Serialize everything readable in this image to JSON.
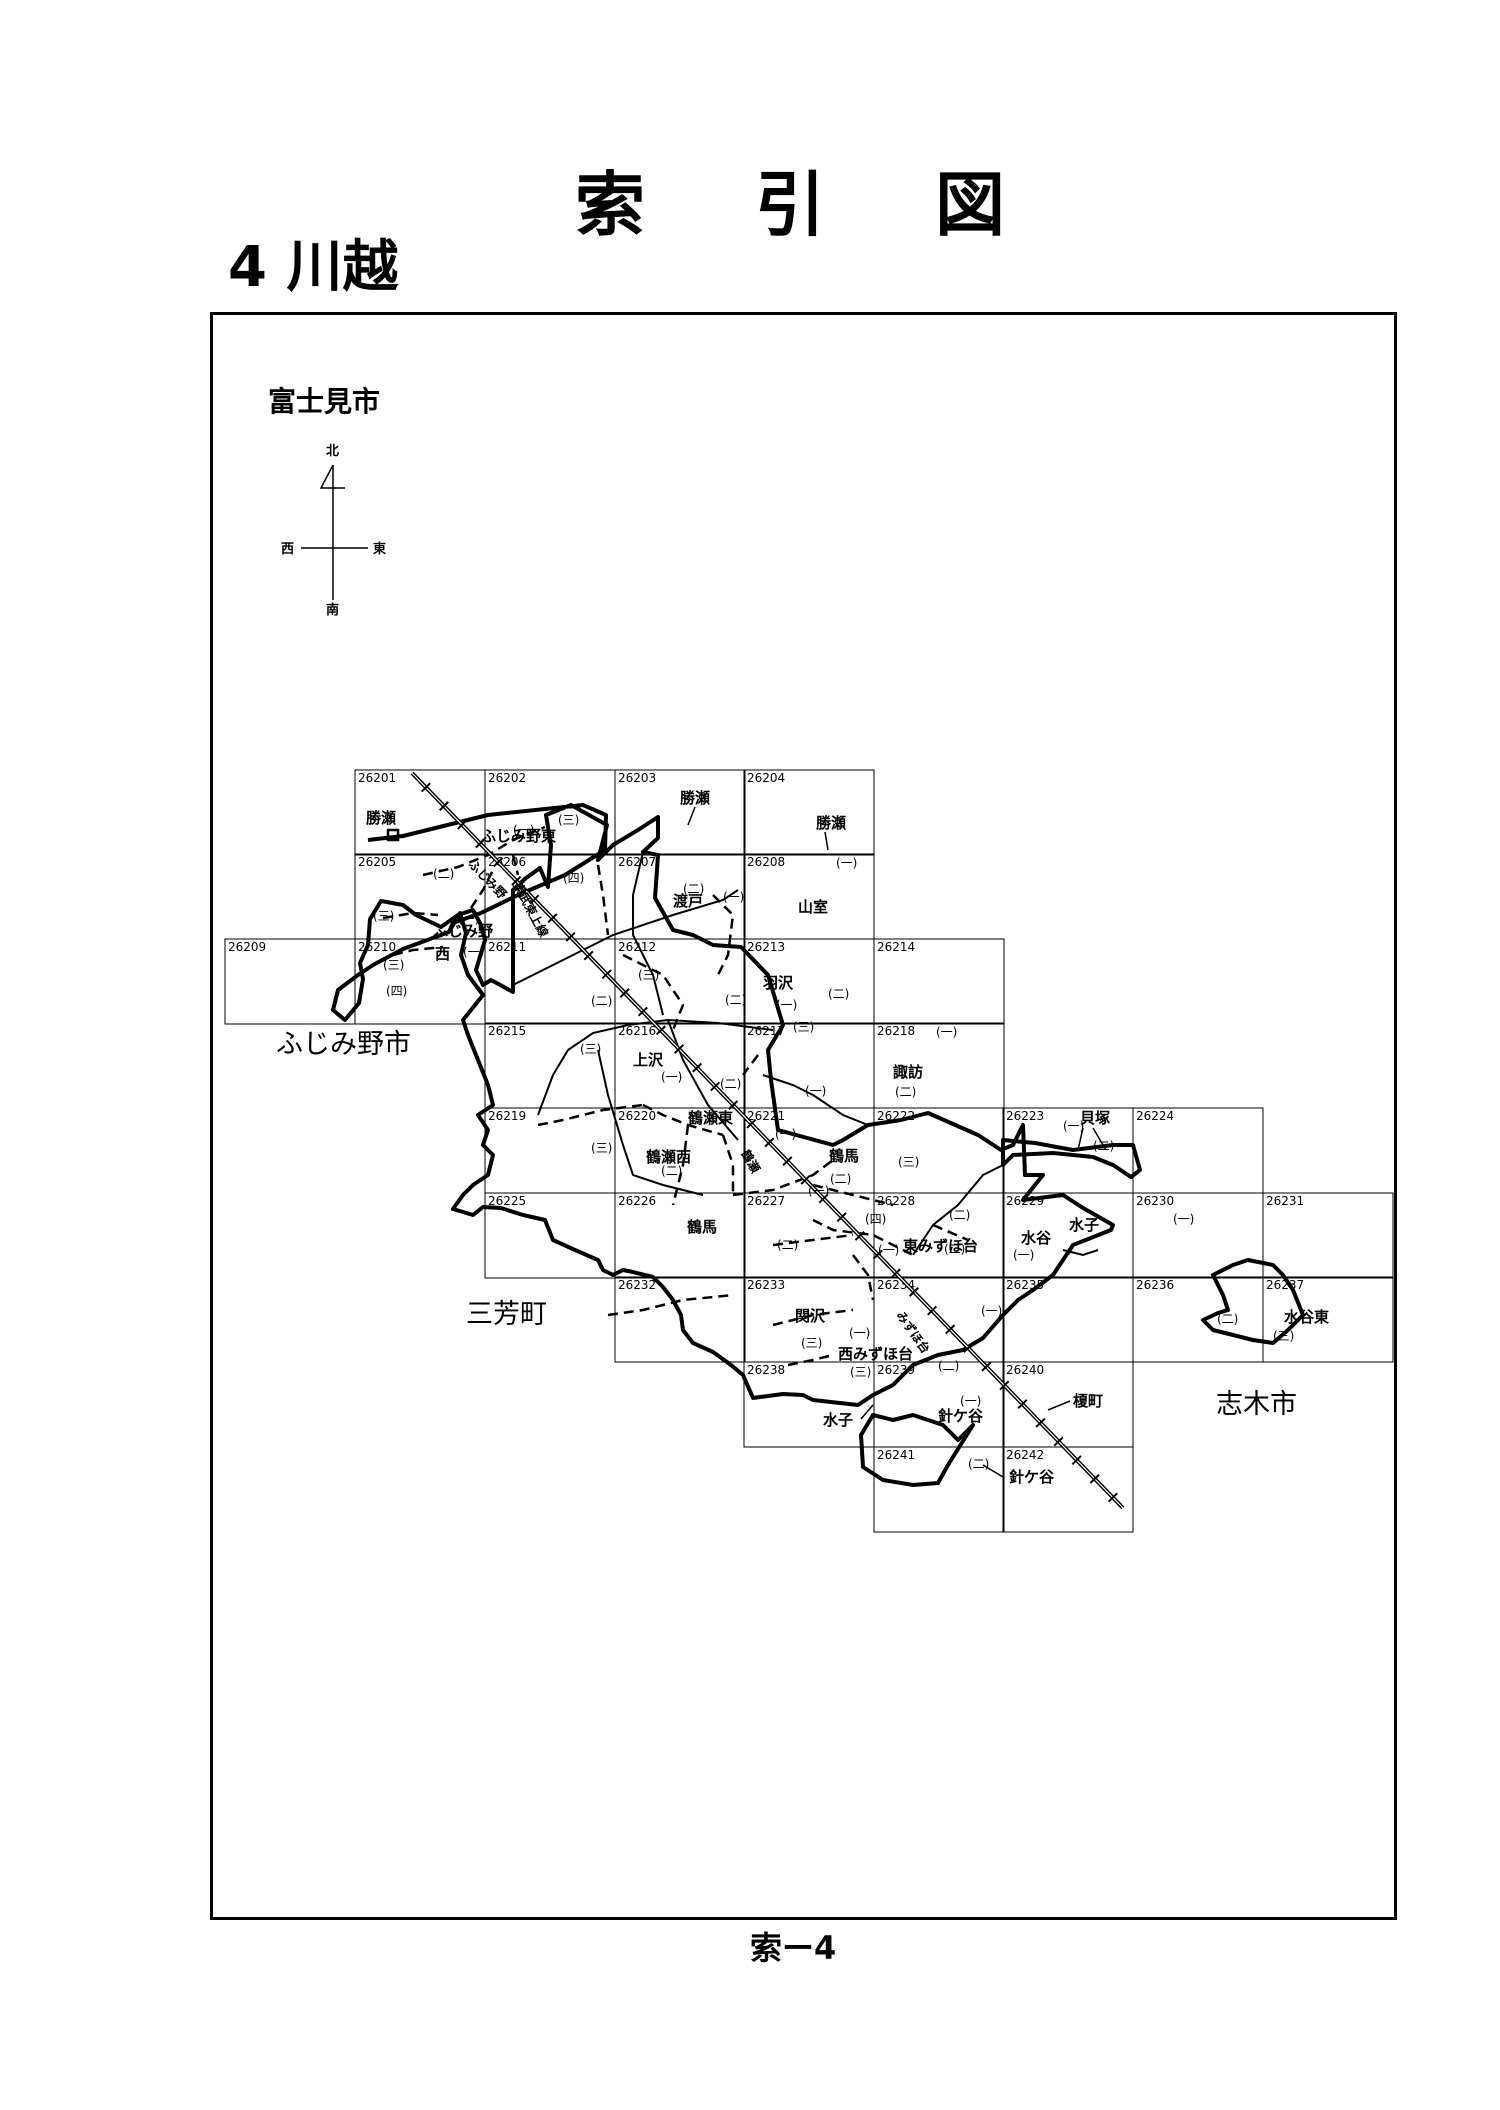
{
  "page": {
    "title": "索引図",
    "subtitle": "4 川越",
    "footer": "索ー4"
  },
  "compass": {
    "north": "北",
    "south": "南",
    "east": "東",
    "west": "西"
  },
  "outer_labels": {
    "fujimi_city": "富士見市",
    "fujimino_city": "ふじみ野市",
    "miyoshi_town": "三芳町",
    "shiki_city": "志木市"
  },
  "sheets": [
    "26201",
    "26202",
    "26203",
    "26204",
    "26205",
    "26206",
    "26207",
    "26208",
    "26209",
    "26210",
    "26211",
    "26212",
    "26213",
    "26214",
    "26215",
    "26216",
    "26217",
    "26218",
    "26219",
    "26220",
    "26221",
    "26222",
    "26223",
    "26224",
    "26225",
    "26226",
    "26227",
    "26228",
    "26229",
    "26230",
    "26231",
    "26232",
    "26233",
    "26234",
    "26235",
    "26236",
    "26237",
    "26238",
    "26239",
    "26240",
    "26241",
    "26242"
  ],
  "areas": {
    "katsuse_1": "勝瀬",
    "katsuse_2": "勝瀬",
    "katsuse_3": "勝瀬",
    "fujiminohigashi": "ふじみ野東",
    "fujimino": "ふじみ野",
    "fujiminonishi": "西",
    "nado": "渡戸",
    "yamamuro": "山室",
    "hanezawa": "羽沢",
    "kamisawa": "上沢",
    "suwa": "諏訪",
    "kaizuka": "貝塚",
    "tsurusehigashi": "鶴瀬東",
    "tsurusenishi": "鶴瀬西",
    "tsuruma_1": "鶴馬",
    "tsuruma_2": "鶴馬",
    "higashimizuhodai": "東みずほ台",
    "mizutani": "水谷",
    "mizuko_1": "水子",
    "mizuko_2": "水子",
    "mizutanihigashi": "水谷東",
    "sekizawa": "関沢",
    "nishimizuhodai": "西みずほ台",
    "harigaya_1": "針ケ谷",
    "harigaya_2": "針ケ谷",
    "enokimachi": "榎町"
  },
  "chome": {
    "one": "(一)",
    "two": "(二)",
    "three": "(三)",
    "four": "(四)"
  },
  "railway": {
    "line": "東武東上線",
    "station_fujimino": "ふじみ野",
    "station_tsuruse": "鶴瀬",
    "station_mizuhodai": "みずほ台"
  }
}
